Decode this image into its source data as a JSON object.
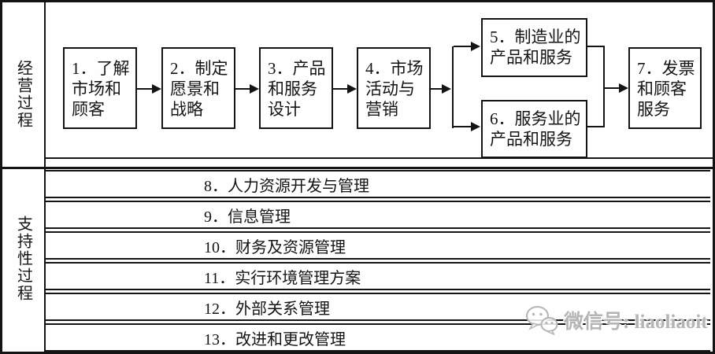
{
  "left_labels": {
    "top": "经营过程",
    "bottom": "支持性过程"
  },
  "flow_boxes": [
    {
      "id": "1",
      "lines": [
        "1．了解",
        "市场和",
        "顾客"
      ]
    },
    {
      "id": "2",
      "lines": [
        "2．制定",
        "愿景和",
        "战略"
      ]
    },
    {
      "id": "3",
      "lines": [
        "3．产品",
        "和服务",
        "设计"
      ]
    },
    {
      "id": "4",
      "lines": [
        "4．市场",
        "活动与",
        "营销"
      ]
    },
    {
      "id": "5",
      "lines": [
        "5．制造业的",
        "产品和服务"
      ]
    },
    {
      "id": "6",
      "lines": [
        "6．服务业的",
        "产品和服务"
      ]
    },
    {
      "id": "7",
      "lines": [
        "7．发票",
        "和顾客",
        "服务"
      ]
    }
  ],
  "support_rows": [
    "8．人力资源开发与管理",
    "9．信息管理",
    "10．财务及资源管理",
    "11．实行环境管理方案",
    "12．外部关系管理",
    "13．改进和更改管理"
  ],
  "watermark": {
    "icon": "wechat-icon",
    "text": "微信号: liaoliaoit"
  },
  "colors": {
    "line": "#141414",
    "background": "#fefefe",
    "watermark_gray": "#b5b5b5"
  }
}
